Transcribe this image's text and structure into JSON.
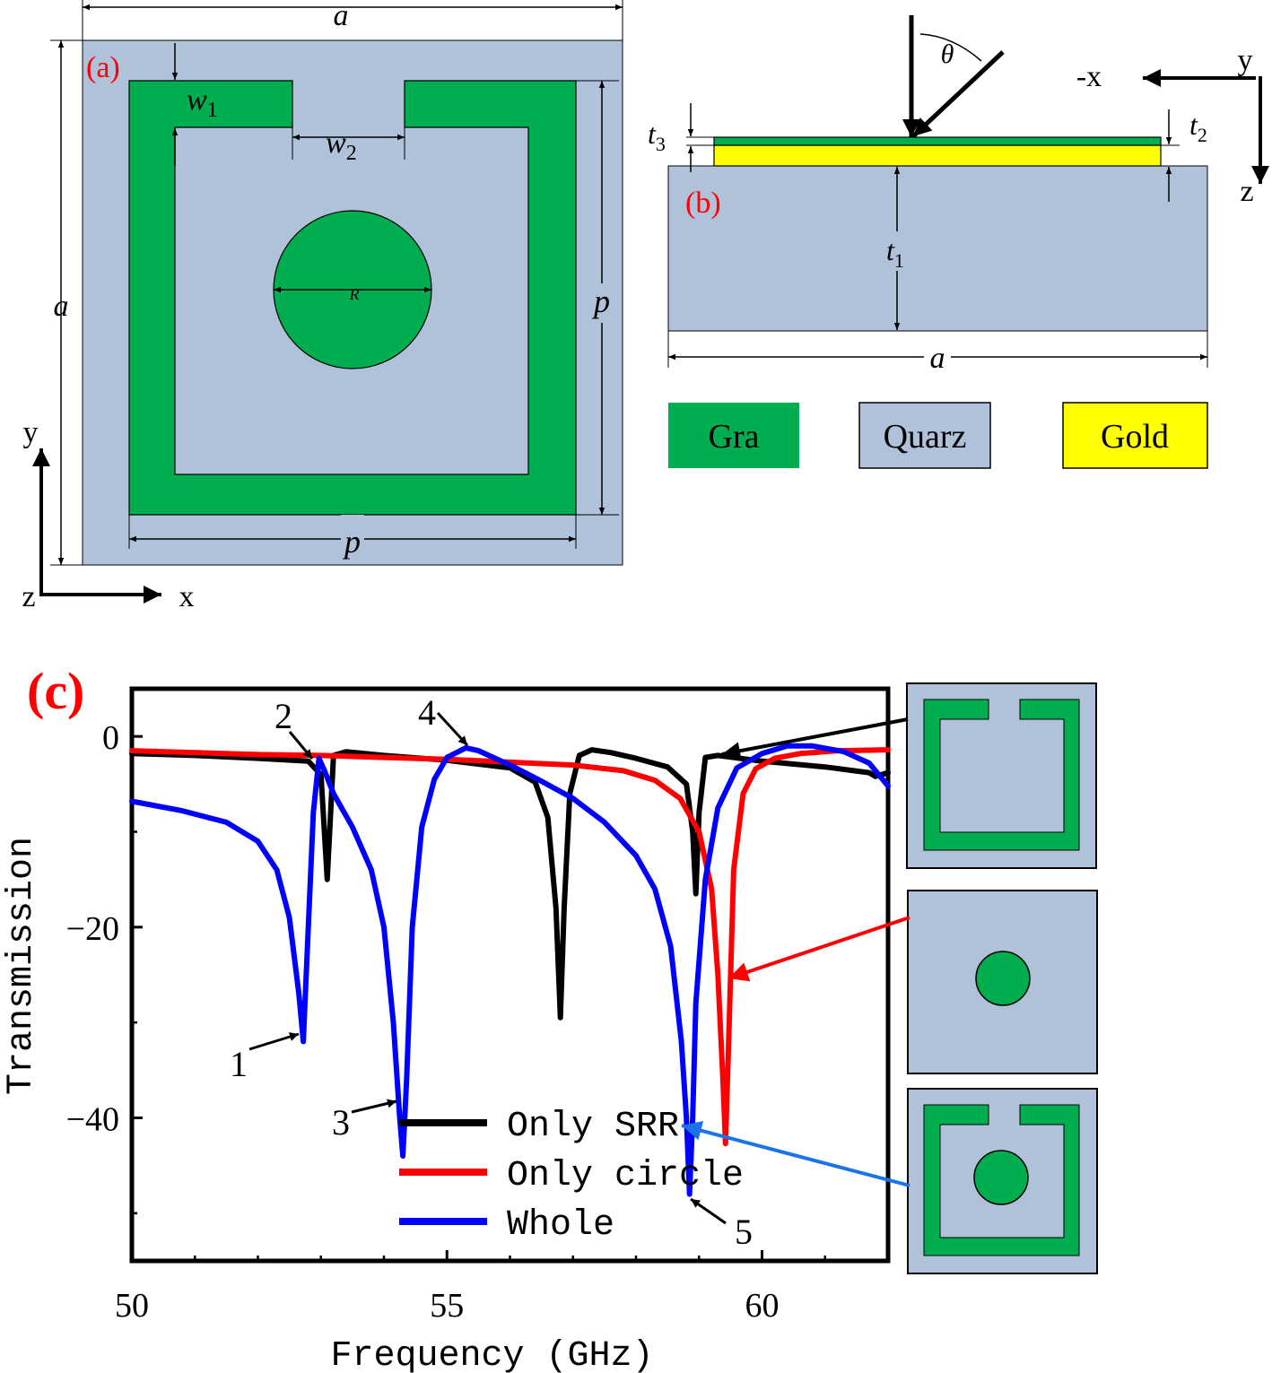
{
  "colors": {
    "graphene": "#00ad4f",
    "quartz": "#b0c2da",
    "gold": "#ffff00",
    "only_srr": "#000000",
    "only_circle": "#ff0000",
    "whole": "#0000ff",
    "panel_label": "#ff0000",
    "annotation_blue_arrow": "#1a73e8"
  },
  "panel_a": {
    "label": "(a)",
    "dim_a_top": "a",
    "dim_a_left": "a",
    "dim_w1": "w",
    "dim_w1_sub": "1",
    "dim_w2": "w",
    "dim_w2_sub": "2",
    "dim_R": "R",
    "dim_p_right": "p",
    "dim_p_bottom": "p",
    "axis_y": "y",
    "axis_x": "x",
    "axis_z": "z"
  },
  "panel_b": {
    "label": "(b)",
    "theta": "θ",
    "dim_t1": "t",
    "dim_t1_sub": "1",
    "dim_t2": "t",
    "dim_t2_sub": "2",
    "dim_t3": "t",
    "dim_t3_sub": "3",
    "dim_a": "a",
    "axis_minus_x": "-x",
    "axis_y": "y",
    "axis_z": "z",
    "legend": [
      {
        "label": "Gra",
        "color_key": "graphene"
      },
      {
        "label": "Quarz",
        "color_key": "quartz"
      },
      {
        "label": "Gold",
        "color_key": "gold"
      }
    ]
  },
  "panel_c": {
    "label": "(c)",
    "annotations": [
      "1",
      "2",
      "3",
      "4",
      "5"
    ]
  },
  "chart_data": {
    "type": "line",
    "title": "",
    "xlabel": "Frequency (GHz)",
    "ylabel": "Transmission",
    "xlim": [
      50,
      62
    ],
    "ylim": [
      -55,
      5
    ],
    "xticks": [
      "50",
      "55",
      "60"
    ],
    "yticks": [
      "0",
      "−20",
      "−40"
    ],
    "grid": false,
    "legend_position": "bottom-center",
    "series": [
      {
        "name": "Only SRR",
        "color": "#000000",
        "points": [
          [
            50,
            -1.8
          ],
          [
            51,
            -2.0
          ],
          [
            52,
            -2.3
          ],
          [
            52.8,
            -2.6
          ],
          [
            53.0,
            -4.0
          ],
          [
            53.1,
            -15.0
          ],
          [
            53.2,
            -2.0
          ],
          [
            53.4,
            -1.6
          ],
          [
            54,
            -2.0
          ],
          [
            55,
            -2.5
          ],
          [
            56,
            -3.3
          ],
          [
            56.4,
            -4.8
          ],
          [
            56.6,
            -8.5
          ],
          [
            56.73,
            -18.0
          ],
          [
            56.8,
            -29.5
          ],
          [
            56.86,
            -18.0
          ],
          [
            56.95,
            -6.0
          ],
          [
            57.1,
            -2.0
          ],
          [
            57.3,
            -1.4
          ],
          [
            57.6,
            -1.7
          ],
          [
            58,
            -2.3
          ],
          [
            58.5,
            -3.2
          ],
          [
            58.8,
            -5.0
          ],
          [
            58.9,
            -10.0
          ],
          [
            58.95,
            -16.5
          ],
          [
            59.0,
            -8.0
          ],
          [
            59.1,
            -2.2
          ],
          [
            59.3,
            -2.0
          ],
          [
            60,
            -2.6
          ],
          [
            61,
            -3.2
          ],
          [
            61.7,
            -3.8
          ],
          [
            61.8,
            -4.2
          ],
          [
            62,
            -3.8
          ]
        ]
      },
      {
        "name": "Only circle",
        "color": "#ff0000",
        "points": [
          [
            50,
            -1.5
          ],
          [
            51,
            -1.7
          ],
          [
            52,
            -1.9
          ],
          [
            53,
            -2.0
          ],
          [
            54,
            -2.2
          ],
          [
            55,
            -2.4
          ],
          [
            56,
            -2.7
          ],
          [
            57,
            -3.0
          ],
          [
            57.8,
            -3.6
          ],
          [
            58.3,
            -4.6
          ],
          [
            58.7,
            -6.5
          ],
          [
            59.0,
            -10.0
          ],
          [
            59.2,
            -16.0
          ],
          [
            59.3,
            -25.0
          ],
          [
            59.38,
            -36.0
          ],
          [
            59.42,
            -42.7
          ],
          [
            59.47,
            -32.0
          ],
          [
            59.55,
            -14.0
          ],
          [
            59.7,
            -6.0
          ],
          [
            59.9,
            -3.4
          ],
          [
            60.2,
            -2.3
          ],
          [
            60.6,
            -1.8
          ],
          [
            61.2,
            -1.5
          ],
          [
            62,
            -1.4
          ]
        ]
      },
      {
        "name": "Whole",
        "color": "#0000ff",
        "points": [
          [
            50,
            -6.8
          ],
          [
            50.8,
            -7.8
          ],
          [
            51.5,
            -9.0
          ],
          [
            52.0,
            -11.0
          ],
          [
            52.3,
            -14.0
          ],
          [
            52.5,
            -19.0
          ],
          [
            52.65,
            -27.0
          ],
          [
            52.72,
            -32.0
          ],
          [
            52.78,
            -23.0
          ],
          [
            52.88,
            -8.0
          ],
          [
            52.97,
            -2.3
          ],
          [
            53.05,
            -3.5
          ],
          [
            53.2,
            -6.0
          ],
          [
            53.5,
            -9.5
          ],
          [
            53.8,
            -14.0
          ],
          [
            54.0,
            -20.0
          ],
          [
            54.15,
            -30.0
          ],
          [
            54.25,
            -40.0
          ],
          [
            54.3,
            -44.0
          ],
          [
            54.36,
            -36.0
          ],
          [
            54.45,
            -20.0
          ],
          [
            54.6,
            -9.5
          ],
          [
            54.8,
            -4.5
          ],
          [
            55.0,
            -2.2
          ],
          [
            55.3,
            -1.2
          ],
          [
            55.5,
            -1.5
          ],
          [
            56,
            -3.0
          ],
          [
            56.5,
            -4.7
          ],
          [
            57,
            -6.5
          ],
          [
            57.5,
            -9.0
          ],
          [
            58,
            -12.5
          ],
          [
            58.3,
            -16.0
          ],
          [
            58.55,
            -22.0
          ],
          [
            58.72,
            -32.0
          ],
          [
            58.8,
            -40.0
          ],
          [
            58.85,
            -48.0
          ],
          [
            58.9,
            -40.0
          ],
          [
            58.95,
            -28.0
          ],
          [
            59.1,
            -15.0
          ],
          [
            59.3,
            -7.5
          ],
          [
            59.6,
            -3.3
          ],
          [
            60.0,
            -1.8
          ],
          [
            60.4,
            -1.0
          ],
          [
            60.8,
            -1.0
          ],
          [
            61.3,
            -1.6
          ],
          [
            61.7,
            -2.8
          ],
          [
            62,
            -5.2
          ]
        ]
      }
    ]
  }
}
